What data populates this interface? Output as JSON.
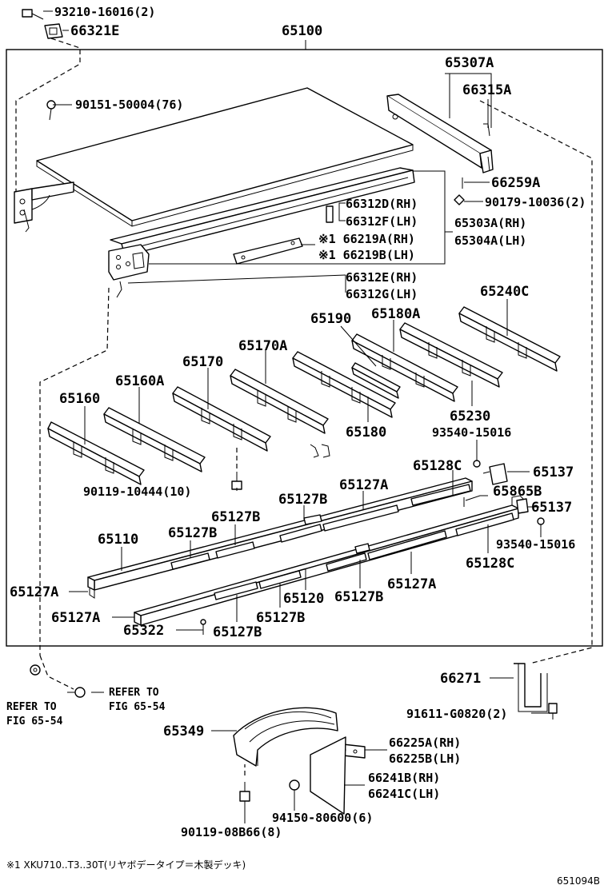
{
  "header": {
    "assembly_number": "65100"
  },
  "parts": [
    {
      "id": "p1",
      "label": "93210-16016(2)"
    },
    {
      "id": "p2",
      "label": "66321E"
    },
    {
      "id": "p3",
      "label": "65307A"
    },
    {
      "id": "p4",
      "label": "66315A"
    },
    {
      "id": "p5",
      "label": "90151-50004(76)"
    },
    {
      "id": "p6",
      "label": "66259A"
    },
    {
      "id": "p7",
      "label": "90179-10036(2)"
    },
    {
      "id": "p8",
      "label": "66312D(RH)"
    },
    {
      "id": "p9",
      "label": "66312F(LH)"
    },
    {
      "id": "p10",
      "label": "65303A(RH)"
    },
    {
      "id": "p11",
      "label": "65304A(LH)"
    },
    {
      "id": "p12",
      "label": "※1 66219A(RH)"
    },
    {
      "id": "p13",
      "label": "※1 66219B(LH)"
    },
    {
      "id": "p14",
      "label": "66312E(RH)"
    },
    {
      "id": "p15",
      "label": "66312G(LH)"
    },
    {
      "id": "p16",
      "label": "65240C"
    },
    {
      "id": "p17",
      "label": "65190"
    },
    {
      "id": "p18",
      "label": "65180A"
    },
    {
      "id": "p19",
      "label": "65170"
    },
    {
      "id": "p20",
      "label": "65170A"
    },
    {
      "id": "p21",
      "label": "65160A"
    },
    {
      "id": "p22",
      "label": "65160"
    },
    {
      "id": "p23",
      "label": "65180"
    },
    {
      "id": "p24",
      "label": "65230"
    },
    {
      "id": "p25",
      "label": "93540-15016"
    },
    {
      "id": "p26",
      "label": "90119-10444(10)"
    },
    {
      "id": "p27",
      "label": "65128C"
    },
    {
      "id": "p28",
      "label": "65137"
    },
    {
      "id": "p29",
      "label": "65127A"
    },
    {
      "id": "p30",
      "label": "65865B"
    },
    {
      "id": "p31",
      "label": "65127B"
    },
    {
      "id": "p32",
      "label": "65137"
    },
    {
      "id": "p33",
      "label": "65127B"
    },
    {
      "id": "p34",
      "label": "65110"
    },
    {
      "id": "p35",
      "label": "65127B"
    },
    {
      "id": "p36",
      "label": "93540-15016"
    },
    {
      "id": "p37",
      "label": "65128C"
    },
    {
      "id": "p38",
      "label": "65127A"
    },
    {
      "id": "p39",
      "label": "65120"
    },
    {
      "id": "p40",
      "label": "65127B"
    },
    {
      "id": "p41",
      "label": "65127A"
    },
    {
      "id": "p42",
      "label": "65127A"
    },
    {
      "id": "p43",
      "label": "65127B"
    },
    {
      "id": "p44",
      "label": "65322"
    },
    {
      "id": "p45",
      "label": "65127B"
    },
    {
      "id": "p46",
      "label": "66271"
    },
    {
      "id": "p47",
      "label": "91611-G0820(2)"
    },
    {
      "id": "p48",
      "label": "65349"
    },
    {
      "id": "p49",
      "label": "66225A(RH)"
    },
    {
      "id": "p50",
      "label": "66225B(LH)"
    },
    {
      "id": "p51",
      "label": "66241B(RH)"
    },
    {
      "id": "p52",
      "label": "66241C(LH)"
    },
    {
      "id": "p53",
      "label": "94150-80600(6)"
    },
    {
      "id": "p54",
      "label": "90119-08B66(8)"
    }
  ],
  "references": [
    {
      "line1": "REFER TO",
      "line2": "FIG 65-54"
    },
    {
      "line1": "REFER TO",
      "line2": "FIG 65-54"
    }
  ],
  "footnote": "※1 XKU710..T3..30T(リヤボデータイプ＝木製デッキ)",
  "figure_code": "651094B"
}
